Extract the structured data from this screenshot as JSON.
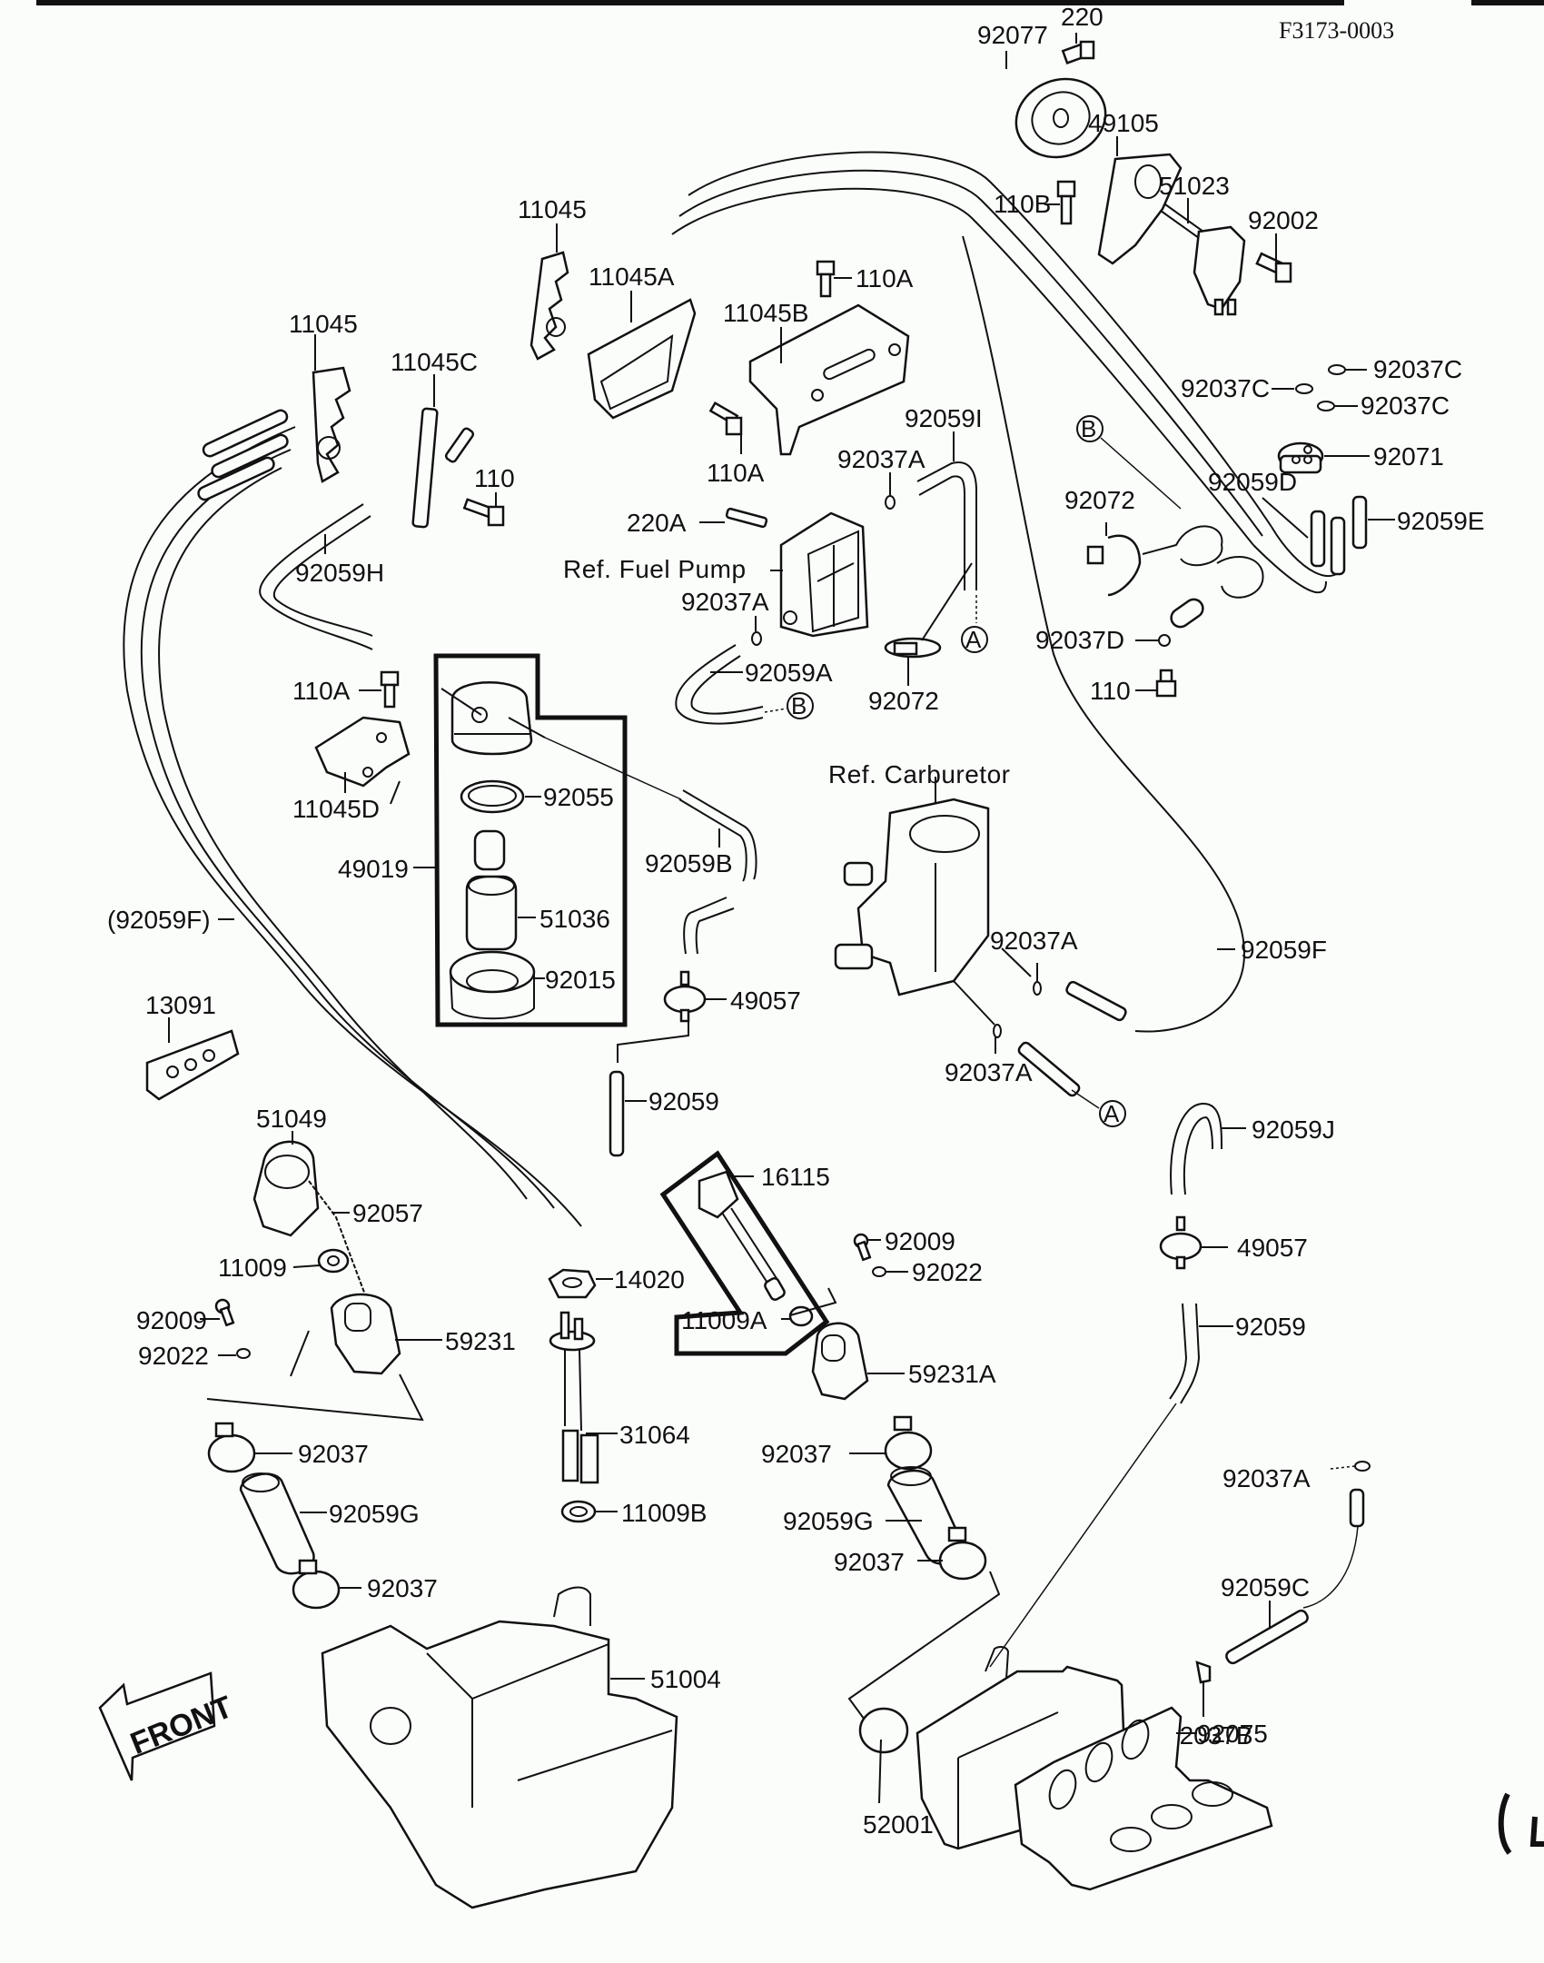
{
  "figure_id": "F3173-0003",
  "front_arrow": "FRONT",
  "references": {
    "fuel_pump": "Ref. Fuel Pump",
    "carburetor": "Ref. Carburetor"
  },
  "callouts": {
    "a": "A",
    "b": "B"
  },
  "labels": {
    "p92077": "92077",
    "p220": "220",
    "p49105": "49105",
    "p110B": "110B",
    "p51023": "51023",
    "p92002": "92002",
    "p11045_top": "11045",
    "p11045A": "11045A",
    "p110A_top": "110A",
    "p11045B": "11045B",
    "p11045_left": "11045",
    "p11045C": "11045C",
    "p110_left": "110",
    "p110A_mid": "110A",
    "p92059H": "92059H",
    "p92037C_a": "92037C",
    "p92037C_b": "92037C",
    "p92037C_c": "92037C",
    "p92059I": "92059I",
    "p92037A_1": "92037A",
    "p220A": "220A",
    "p92071": "92071",
    "p92059D": "92059D",
    "p92072_right": "92072",
    "p92059E": "92059E",
    "p92037A_2": "92037A",
    "p92037D": "92037D",
    "p92059A": "92059A",
    "p92072_mid": "92072",
    "p110_right": "110",
    "p110A_left": "110A",
    "p11045D": "11045D",
    "p92055": "92055",
    "p49019": "49019",
    "p51036": "51036",
    "p92015": "92015",
    "p92059B": "92059B",
    "p92059F_paren": "(92059F)",
    "p92037A_3": "92037A",
    "p92059F": "92059F",
    "p49057_left": "49057",
    "p92037A_4": "92037A",
    "p13091": "13091",
    "p92059_mid": "92059",
    "p51049": "51049",
    "p92059J": "92059J",
    "p16115": "16115",
    "p92057": "92057",
    "p92009_right": "92009",
    "p49057_right": "49057",
    "p11009": "11009",
    "p14020": "14020",
    "p92022_right": "92022",
    "p11009A": "11009A",
    "p92009_left": "92009",
    "p59231": "59231",
    "p92059_right": "92059",
    "p92022_left": "92022",
    "p59231A": "59231A",
    "p31064": "31064",
    "p92037_l1": "92037",
    "p92037_r1": "92037",
    "p92059G_left": "92059G",
    "p92059G_right": "92059G",
    "p92037A_5": "92037A",
    "p11009B": "11009B",
    "p92037_l2": "92037",
    "p92037_r2": "92037",
    "p92059C": "92059C",
    "p51004": "51004",
    "p92037B": "92037B",
    "p92075": "92075",
    "p52001": "52001"
  }
}
